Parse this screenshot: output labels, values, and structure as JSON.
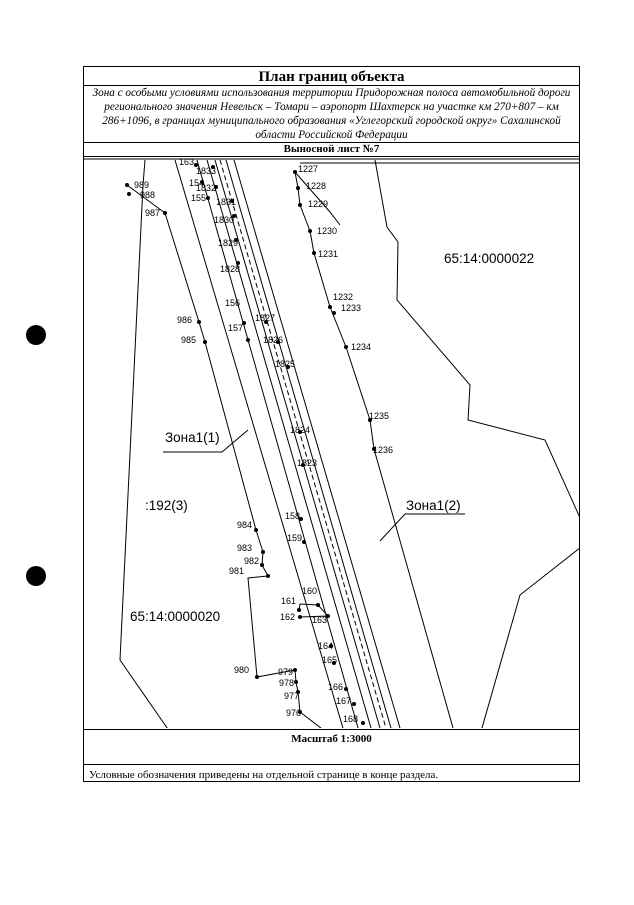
{
  "title": "План границ объекта",
  "subtitle": "Зона с особыми условиями использования территории Придорожная полоса автомобильной дороги регионального значения Невельск – Томари – аэропорт Шахтерск на участке км 270+807 – км 286+1096, в границах муниципального образования «Углегорский городской округ» Сахалинской области Российской Федерации",
  "sheet_label": "Выносной лист №7",
  "scale_label": "Масштаб 1:3000",
  "note": "Условные обозначения приведены на отдельной странице в конце раздела.",
  "parcels": [
    {
      "name": "parcel-65-14-0000022",
      "text": "65:14:0000022"
    },
    {
      "name": "parcel-65-14-0000020",
      "text": "65:14:0000020"
    },
    {
      "name": "parcel-192-3",
      "text": ":192(3)"
    }
  ],
  "zones": [
    {
      "name": "zone1-1-label",
      "text": "Зона1(1)"
    },
    {
      "name": "zone1-2-label",
      "text": "Зона1(2)"
    }
  ],
  "points": [
    "163",
    "1833",
    "154",
    "1832",
    "155",
    "1831",
    "1830",
    "1829",
    "1828",
    "156",
    "157",
    "1827",
    "1826",
    "1825",
    "1824",
    "1823",
    "158",
    "159",
    "160",
    "161",
    "162",
    "163",
    "164",
    "165",
    "166",
    "167",
    "168",
    "1227",
    "1228",
    "1229",
    "1230",
    "1231",
    "1232",
    "1233",
    "1234",
    "1235",
    "1236",
    "989",
    "988",
    "987",
    "986",
    "985",
    "984",
    "983",
    "982",
    "981",
    "980",
    "979",
    "978",
    "977",
    "976"
  ]
}
